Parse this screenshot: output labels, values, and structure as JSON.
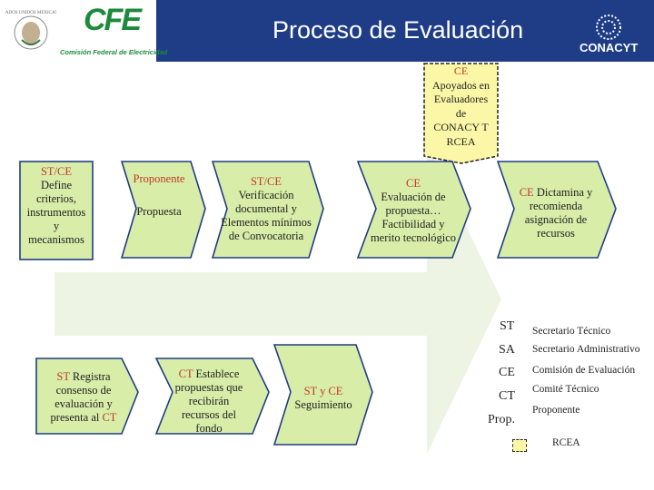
{
  "header": {
    "title": "Proceso de Evaluación",
    "cfe_logo": "CFE",
    "cfe_subtitle": "Comisión Federal de Electricidad",
    "conacyt_logo": "CONACYT"
  },
  "rcea_note": {
    "line1": "CE",
    "line2": "Apoyados en",
    "line3": "Evaluadores",
    "line4": "de",
    "line5": "CONACY T",
    "line6": "RCEA"
  },
  "steps": {
    "s1": {
      "l1": "ST/CE",
      "l2": "Define",
      "l3": "criterios,",
      "l4": "instrumentos",
      "l5": "y",
      "l6": "mecanismos"
    },
    "s2": {
      "l1": "Proponente",
      "l2": "Propuesta"
    },
    "s3": {
      "l1": "ST/CE",
      "l2": "Verificación",
      "l3": "documental y",
      "l4": "Elementos mínimos",
      "l5": "de Convocatoria"
    },
    "s4": {
      "l1": "CE",
      "l2": "Evaluación de",
      "l3": "propuesta…",
      "l4": "Factibilidad y",
      "l5": "merito tecnológico"
    },
    "s5": {
      "l1a": "CE",
      "l1b": " Dictamina y",
      "l2": "recomienda",
      "l3": "asignación de",
      "l4": "recursos"
    },
    "s6": {
      "l1a": "ST",
      "l1b": " Registra",
      "l2": "consenso de",
      "l3": "evaluación y",
      "l4a": "presenta al ",
      "l4b": "CT"
    },
    "s7": {
      "l1a": "CT",
      "l1b": " Establece",
      "l2": "propuestas que",
      "l3": "recibirán",
      "l4": "recursos del",
      "l5": "fondo"
    },
    "s8": {
      "l1": "ST y CE",
      "l2": "Seguimiento"
    }
  },
  "legend": {
    "items": [
      {
        "abbr": "ST",
        "desc": "Secretario Técnico"
      },
      {
        "abbr": "SA",
        "desc": "Secretario Administrativo"
      },
      {
        "abbr": "CE",
        "desc": "Comisión de Evaluación"
      },
      {
        "abbr": "CT",
        "desc": "Comité Técnico"
      },
      {
        "abbr": "Prop.",
        "desc": "Proponente"
      },
      {
        "abbr": "",
        "desc": "RCEA"
      }
    ]
  },
  "colors": {
    "header": "#1f3d86",
    "shape_fill": "#d8eda8",
    "shape_stroke": "#1f3d86",
    "big_arrow": "#eef4e4",
    "note_fill": "#fbf7a6",
    "red_accent": "#c0392b"
  }
}
